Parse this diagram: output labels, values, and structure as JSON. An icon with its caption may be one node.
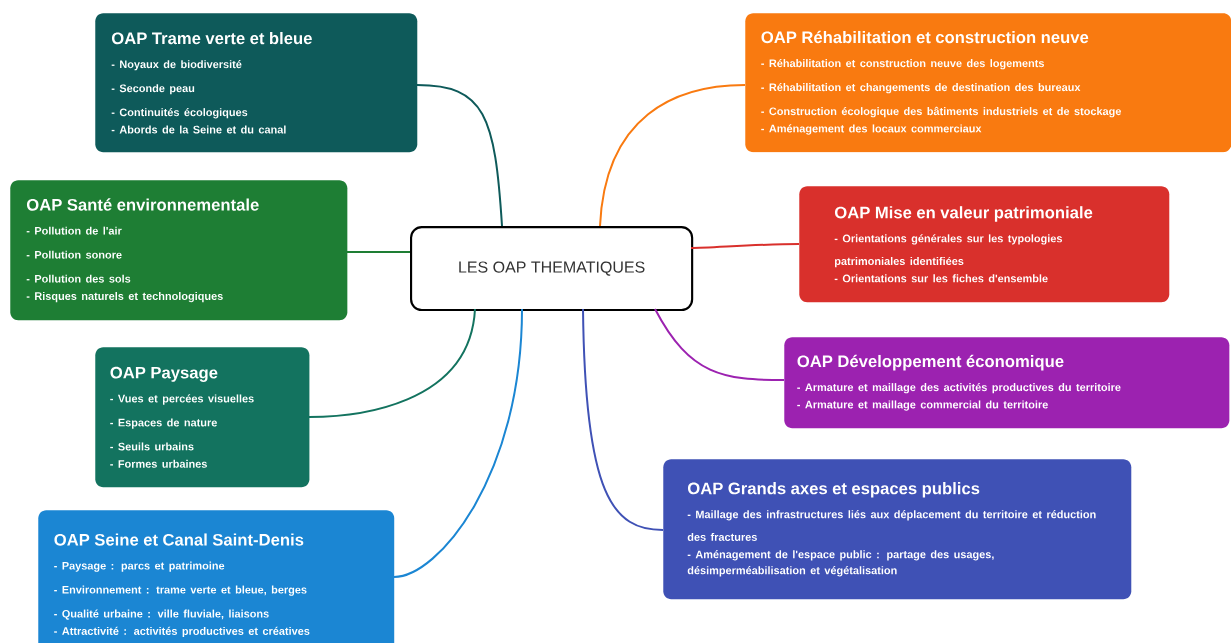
{
  "diagram": {
    "nodes": [
      {
        "text": [
          "LES OAP THEMATIQUES"
        ]
      },
      {
        "text": [
          "OAP Trame verte et bleue",
          "- Noyaux de biodiversité",
          "- Seconde peau",
          "- Continuités écologiques",
          "- Abords de la Seine et du canal"
        ]
      },
      {
        "text": [
          "OAP Santé environnementale",
          "- Pollution de l'air",
          "- Pollution sonore",
          "- Pollution des sols",
          "- Risques naturels et technologiques"
        ]
      },
      {
        "text": [
          "OAP Paysage",
          "- Vues et percées visuelles",
          "- Espaces de nature",
          "- Seuils urbains",
          "- Formes urbaines"
        ]
      },
      {
        "text": [
          "OAP Seine et Canal Saint-Denis",
          "- Paysage : parcs et patrimoine",
          "- Environnement : trame verte et bleue, berges",
          "- Qualité urbaine : ville fluviale, liaisons",
          "- Attractivité : activités productives et créatives"
        ]
      },
      {
        "text": [
          "OAP Réhabilitation et construction neuve",
          "- Réhabilitation et construction neuve des logements",
          "- Réhabilitation et changements de destination des bureaux",
          "- Construction écologique des bâtiments industriels et de stockage",
          "- Aménagement des locaux commerciaux"
        ]
      },
      {
        "text": [
          "OAP Mise en valeur patrimoniale",
          "- Orientations générales sur les typologies patrimoniales identifiées",
          "- Orientations sur les fiches d'ensemble"
        ]
      },
      {
        "text": [
          "OAP Développement économique",
          "- Armature et maillage des activités productives du territoire",
          "- Armature et maillage commercial du territoire"
        ]
      },
      {
        "text": [
          "OAP Grands axes et espaces publics",
          "- Maillage des infrastructures liés aux déplacement du territoire et réduction des fractures",
          "- Aménagement de l'espace public : partage des usages, désimperméabilisation et végétalisation"
        ]
      }
    ],
    "edges": [
      {
        "from": 0,
        "to": 1,
        "arrow": "none",
        "color": "#0e5a5a"
      },
      {
        "from": 0,
        "to": 2,
        "arrow": "none",
        "color": "#1e7e34"
      },
      {
        "from": 0,
        "to": 3,
        "arrow": "none",
        "color": "#13735f"
      },
      {
        "from": 0,
        "to": 4,
        "arrow": "none",
        "color": "#1b86d3"
      },
      {
        "from": 0,
        "to": 5,
        "arrow": "none",
        "color": "#f97a10"
      },
      {
        "from": 0,
        "to": 6,
        "arrow": "none",
        "color": "#d9302c"
      },
      {
        "from": 0,
        "to": 7,
        "arrow": "none",
        "color": "#9c22b0"
      },
      {
        "from": 0,
        "to": 8,
        "arrow": "none",
        "color": "#3f51b5"
      }
    ]
  }
}
